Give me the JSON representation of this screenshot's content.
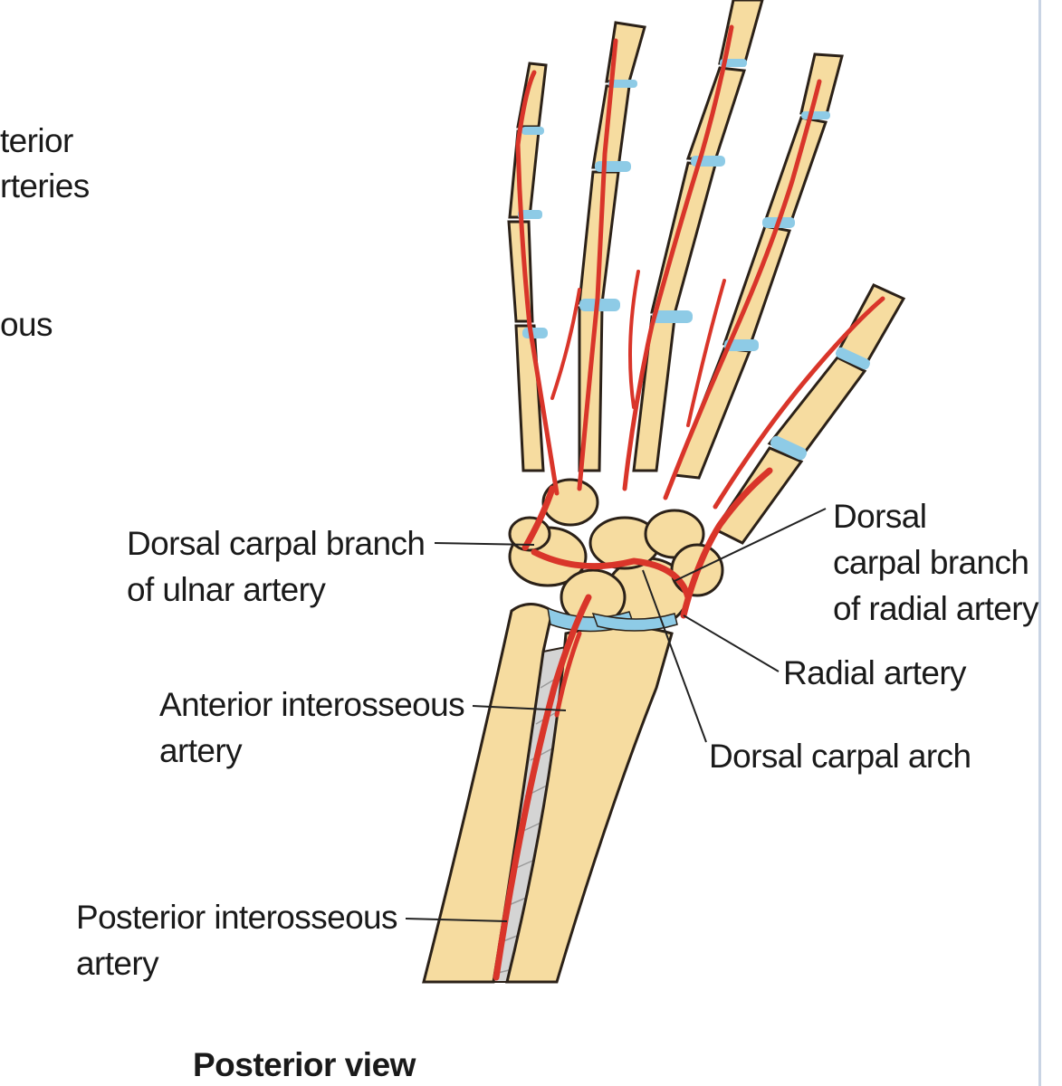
{
  "figure": {
    "caption": "Posterior view",
    "cropped_left_labels": {
      "line1": "terior",
      "line2": "rteries",
      "line3": "ous"
    },
    "labels": {
      "ulnar_branch": [
        "Dorsal carpal branch",
        "of ulnar artery"
      ],
      "radial_branch": [
        "Dorsal",
        "carpal branch",
        "of radial artery"
      ],
      "radial_artery": [
        "Radial artery"
      ],
      "anterior_interosseous": [
        "Anterior interosseous",
        "artery"
      ],
      "dorsal_carpal_arch": [
        "Dorsal carpal arch"
      ],
      "posterior_interosseous": [
        "Posterior interosseous",
        "artery"
      ]
    },
    "colors": {
      "bone": "#f6dca0",
      "bone_outline": "#2b2118",
      "artery": "#d9352a",
      "cartilage": "#8ecbe6",
      "membrane": "#d4d4d4",
      "leader_line": "#222222"
    }
  }
}
